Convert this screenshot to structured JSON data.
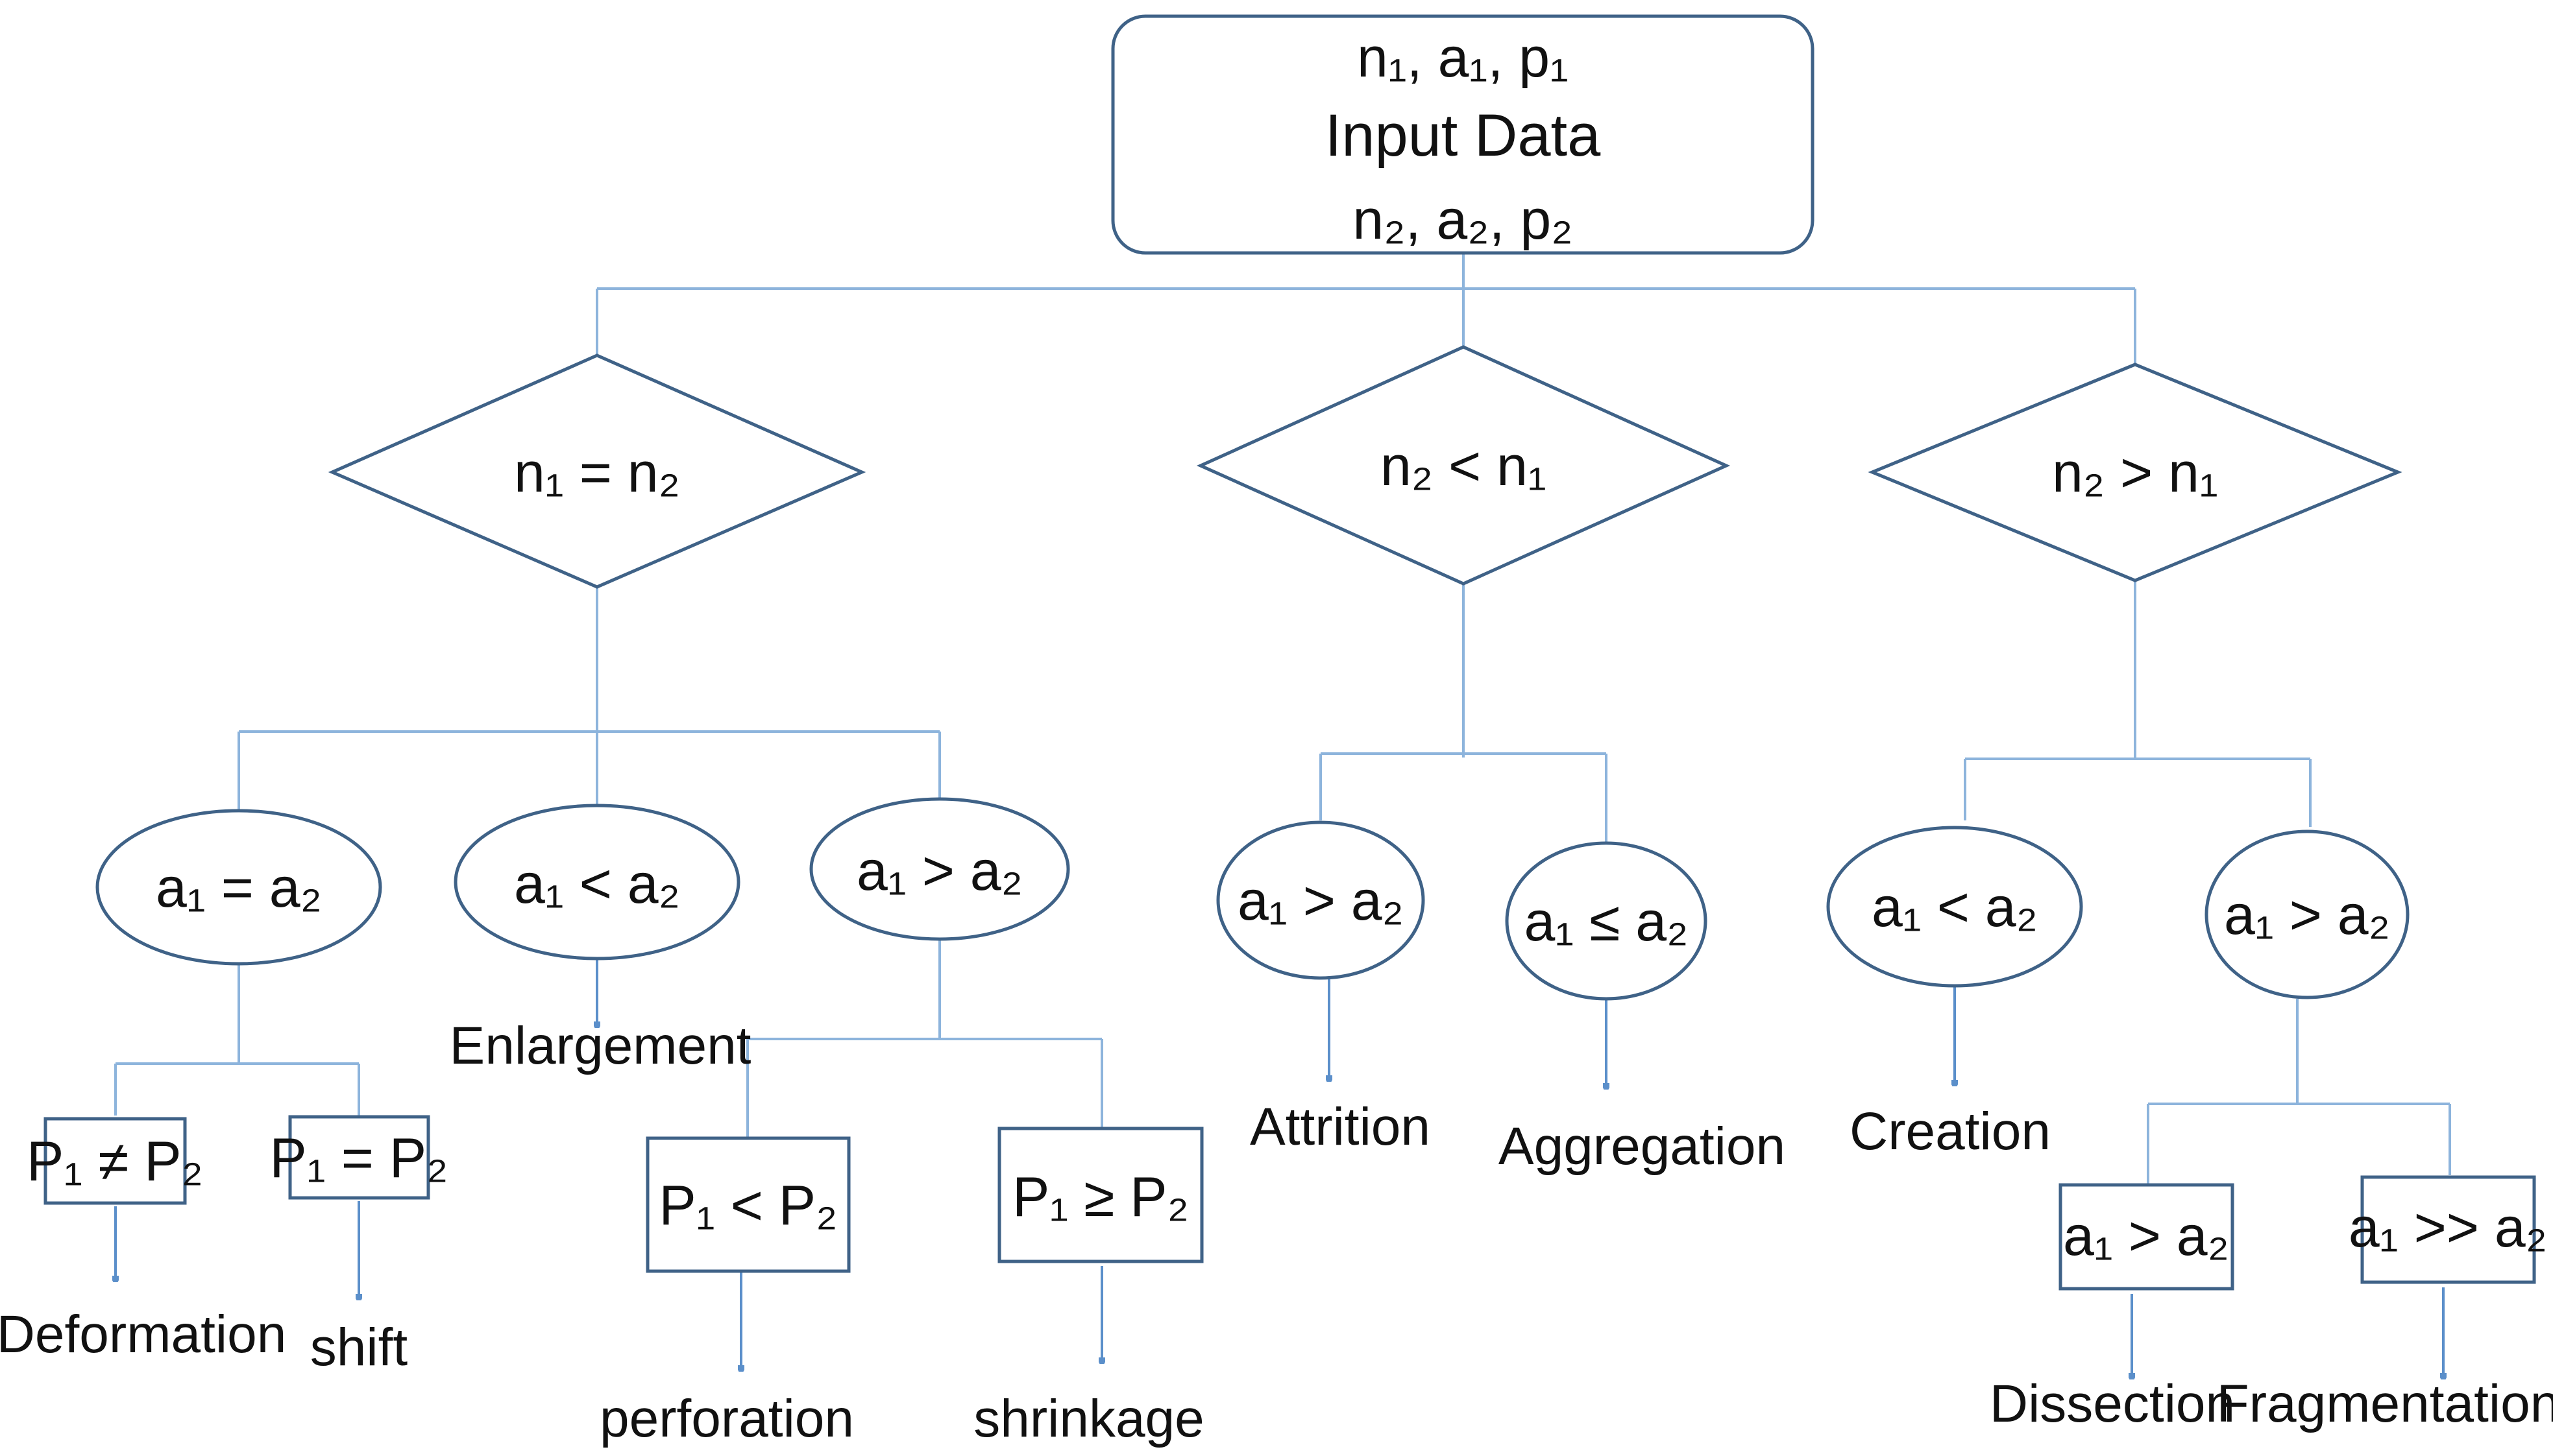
{
  "input": {
    "line1": "n₁, a₁, p₁",
    "title": "Input Data",
    "line2": "n₂, a₂, p₂"
  },
  "decisions": {
    "equal": "n₁ = n₂",
    "less": "n₂ < n₁",
    "greater": "n₂ > n₁"
  },
  "area_conditions": {
    "equal_eq": "a₁ = a₂",
    "equal_lt": "a₁ < a₂",
    "equal_gt": "a₁ > a₂",
    "less_gt": "a₁ > a₂",
    "less_le": "a₁ ≤  a₂",
    "greater_lt": "a₁ < a₂",
    "greater_gt": "a₁ > a₂"
  },
  "sub_conditions": {
    "p_neq": "P₁ ≠ P₂",
    "p_eq": "P₁ = P₂",
    "p_lt": "P₁ < P₂",
    "p_ge": "P₁ ≥ P₂",
    "a_gt": "a₁ > a₂",
    "a_much_gt": "a₁ >> a₂"
  },
  "outcomes": {
    "deformation": "Deformation",
    "shift": "shift",
    "enlargement": "Enlargement",
    "perforation": "perforation",
    "shrinkage": "shrinkage",
    "attrition": "Attrition",
    "aggregation": "Aggregation",
    "creation": "Creation",
    "dissection": "Dissection",
    "fragmentation": "Fragmentation"
  },
  "colors": {
    "connector": "#8db4dc",
    "arrow": "#5b8fca",
    "shape_border": "#3f6287"
  }
}
